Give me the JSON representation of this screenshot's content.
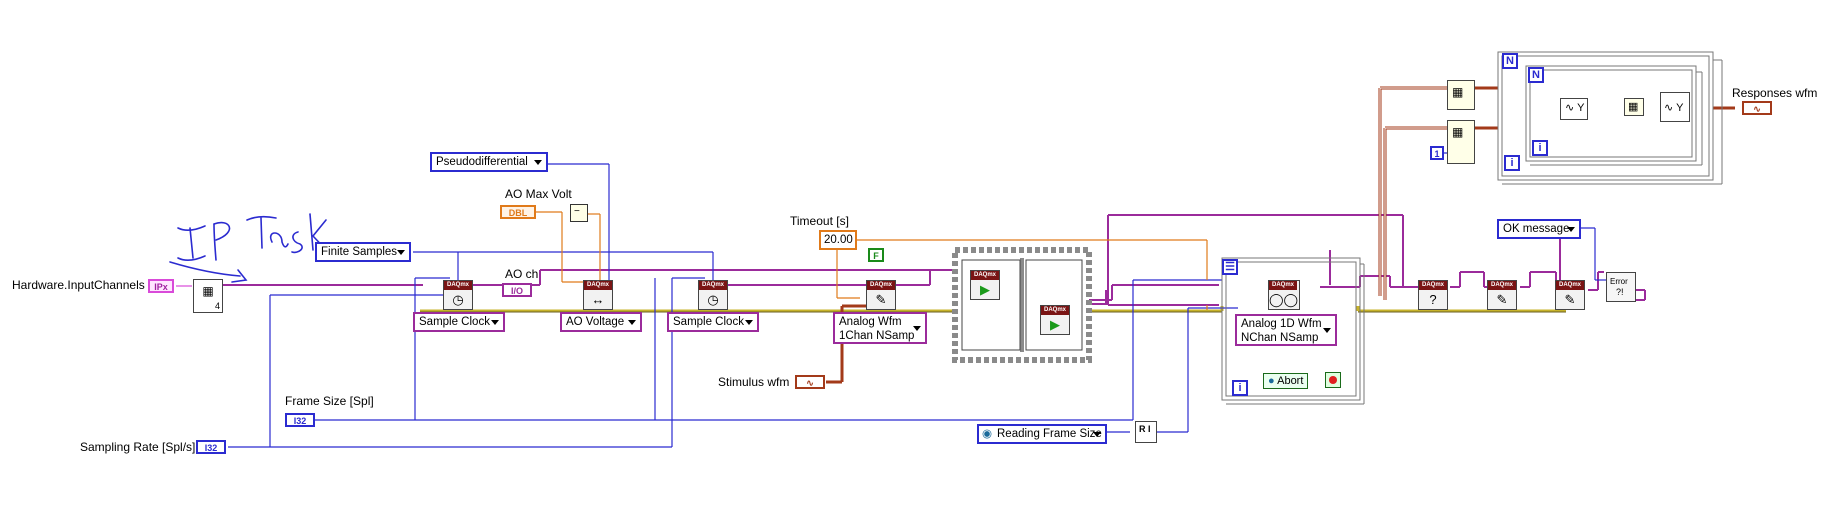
{
  "annotation": {
    "handwritten_text": "IP Task"
  },
  "inputs": {
    "hardware_input_channels": "Hardware.InputChannels",
    "sampling_rate": "Sampling Rate [Spl/s]",
    "sampling_rate_type": "I32",
    "frame_size": "Frame Size [Spl]",
    "frame_size_type": "I32",
    "stimulus_wfm": "Stimulus wfm",
    "ao_max_volt": "AO Max Volt",
    "ao_max_volt_type": "DBL",
    "ao_ch": "AO ch",
    "ao_ch_type": "I/O",
    "timeout": "Timeout [s]",
    "timeout_value": "20.00"
  },
  "enums": {
    "pseudodifferential": "Pseudodifferential",
    "finite_samples": "Finite Samples",
    "sample_clock_1": "Sample Clock",
    "ao_voltage": "AO Voltage",
    "sample_clock_2": "Sample Clock",
    "analog_wfm_line1": "Analog Wfm",
    "analog_wfm_line2": "1Chan NSamp",
    "analog_1d_line1": "Analog 1D Wfm",
    "analog_1d_line2": "NChan NSamp",
    "ok_message": "OK message",
    "reading_frame_size": "Reading Frame Size"
  },
  "constants": {
    "false_const": "F",
    "loop_count_const": "1",
    "channel_count": "4"
  },
  "loop": {
    "abort_label": "Abort",
    "iteration_label": "i",
    "count_label": "N"
  },
  "outputs": {
    "responses_wfm": "Responses wfm"
  },
  "icons": {
    "daqmx": "DAQmx",
    "error_handler": "Error"
  },
  "colors": {
    "wire_task": "#9b2b9b",
    "wire_int": "#2b2bd0",
    "wire_dbl": "#e07a1a",
    "wire_waveform": "#a33a1a",
    "wire_error": "#c7b32a",
    "vi_header": "#7a1414"
  }
}
